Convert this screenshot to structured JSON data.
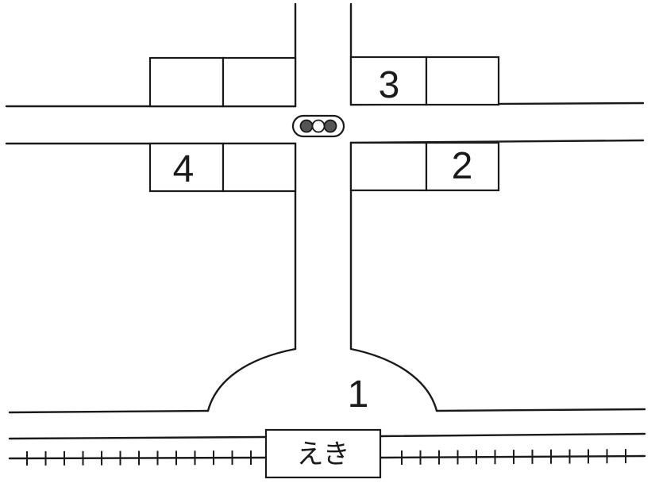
{
  "labels": {
    "block_1": "1",
    "block_2": "2",
    "block_3": "3",
    "block_4": "4"
  },
  "station": {
    "label": "えき"
  },
  "traffic_light": {
    "lamps": [
      "#555555",
      "#ffffff",
      "#555555"
    ]
  }
}
